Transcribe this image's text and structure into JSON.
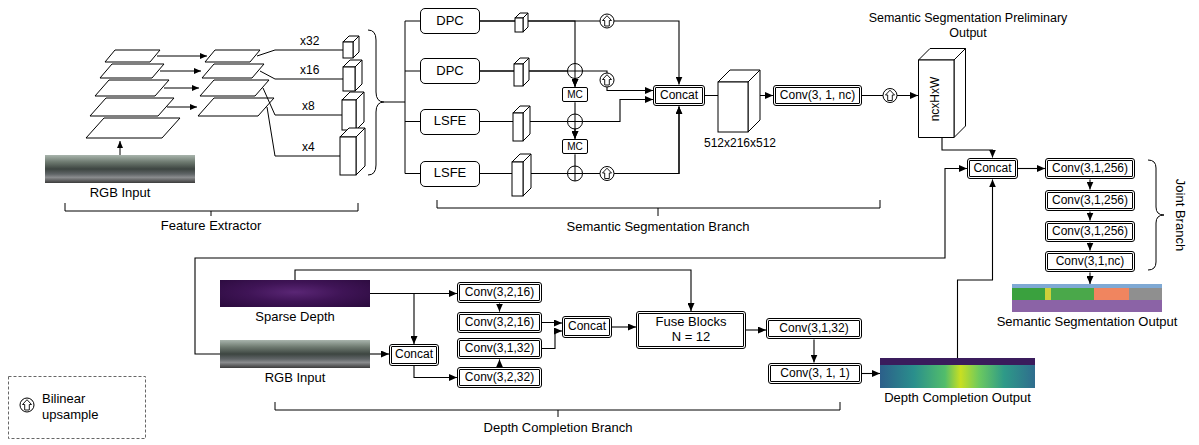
{
  "diagram": {
    "nodes": [
      {
        "text": [
          "RGB Input"
        ]
      },
      {
        "text": [
          "DPC"
        ]
      },
      {
        "text": [
          "DPC"
        ]
      },
      {
        "text": [
          "LSFE"
        ]
      },
      {
        "text": [
          "LSFE"
        ]
      },
      {
        "text": [
          "MC"
        ]
      },
      {
        "text": [
          "MC"
        ]
      },
      {
        "text": [
          "Concat"
        ]
      },
      {
        "text": [
          "Conv(3, 1, nc)"
        ]
      },
      {
        "text": [
          "ncxHxW"
        ]
      },
      {
        "text": [
          "Concat"
        ]
      },
      {
        "text": [
          "Conv(3,1,256)"
        ]
      },
      {
        "text": [
          "Conv(3,1,256)"
        ]
      },
      {
        "text": [
          "Conv(3,1,256)"
        ]
      },
      {
        "text": [
          "Conv(3,1,nc)"
        ]
      },
      {
        "text": [
          "Semantic Segmentation Output"
        ]
      },
      {
        "text": [
          "Sparse Depth"
        ]
      },
      {
        "text": [
          "RGB Input"
        ]
      },
      {
        "text": [
          "Concat"
        ]
      },
      {
        "text": [
          "Conv(3,2,16)"
        ]
      },
      {
        "text": [
          "Conv(3,2,16)"
        ]
      },
      {
        "text": [
          "Conv(3,1,32)"
        ]
      },
      {
        "text": [
          "Conv(3,2,32)"
        ]
      },
      {
        "text": [
          "Concat"
        ]
      },
      {
        "text": [
          "Fuse Blocks N = 12"
        ]
      },
      {
        "text": [
          "Conv(3,1,32)"
        ]
      },
      {
        "text": [
          "Conv(3, 1, 1)"
        ]
      },
      {
        "text": [
          "Depth Completion Output"
        ]
      }
    ],
    "edges": [
      {
        "from": 1,
        "to": 7,
        "arrow": "to"
      },
      {
        "from": 1,
        "to": 5,
        "arrow": "to"
      },
      {
        "from": 2,
        "to": 5,
        "arrow": "to"
      },
      {
        "from": 2,
        "to": 7,
        "arrow": "to"
      },
      {
        "from": 5,
        "to": 6,
        "arrow": "to"
      },
      {
        "from": 3,
        "to": 6,
        "arrow": "to"
      },
      {
        "from": 3,
        "to": 7,
        "arrow": "to"
      },
      {
        "from": 6,
        "to": 7,
        "arrow": "to"
      },
      {
        "from": 4,
        "to": 7,
        "arrow": "to"
      },
      {
        "from": 7,
        "to": 8,
        "arrow": "to"
      },
      {
        "from": 8,
        "to": 9,
        "arrow": "to"
      },
      {
        "from": 9,
        "to": 10,
        "arrow": "to"
      },
      {
        "from": 10,
        "to": 11,
        "arrow": "to"
      },
      {
        "from": 11,
        "to": 12,
        "arrow": "to"
      },
      {
        "from": 12,
        "to": 13,
        "arrow": "to"
      },
      {
        "from": 13,
        "to": 14,
        "arrow": "to"
      },
      {
        "from": 14,
        "to": 15,
        "arrow": "to"
      },
      {
        "from": 16,
        "to": 18,
        "arrow": "to"
      },
      {
        "from": 16,
        "to": 19,
        "arrow": "to"
      },
      {
        "from": 16,
        "to": 24,
        "arrow": "to"
      },
      {
        "from": 17,
        "to": 18,
        "arrow": "to"
      },
      {
        "from": 17,
        "to": 10,
        "arrow": "to"
      },
      {
        "from": 18,
        "to": 22,
        "arrow": "to"
      },
      {
        "from": 19,
        "to": 20,
        "arrow": "to"
      },
      {
        "from": 22,
        "to": 21,
        "arrow": "to"
      },
      {
        "from": 20,
        "to": 23,
        "arrow": "to"
      },
      {
        "from": 21,
        "to": 23,
        "arrow": "to"
      },
      {
        "from": 23,
        "to": 24,
        "arrow": "to"
      },
      {
        "from": 24,
        "to": 25,
        "arrow": "to"
      },
      {
        "from": 25,
        "to": 26,
        "arrow": "to"
      },
      {
        "from": 26,
        "to": 27,
        "arrow": "to"
      },
      {
        "from": 27,
        "to": 10,
        "arrow": "to"
      }
    ],
    "labels": [
      "x32",
      "x16",
      "x8",
      "x4",
      "Feature Extractor",
      "Semantic Segmentation Preliminary Output",
      "512x216x512",
      "Semantic Segmentation Branch",
      "Joint Branch",
      "Depth Completion Branch"
    ],
    "legend": [
      {
        "text": "Bilinear upsample"
      }
    ]
  }
}
